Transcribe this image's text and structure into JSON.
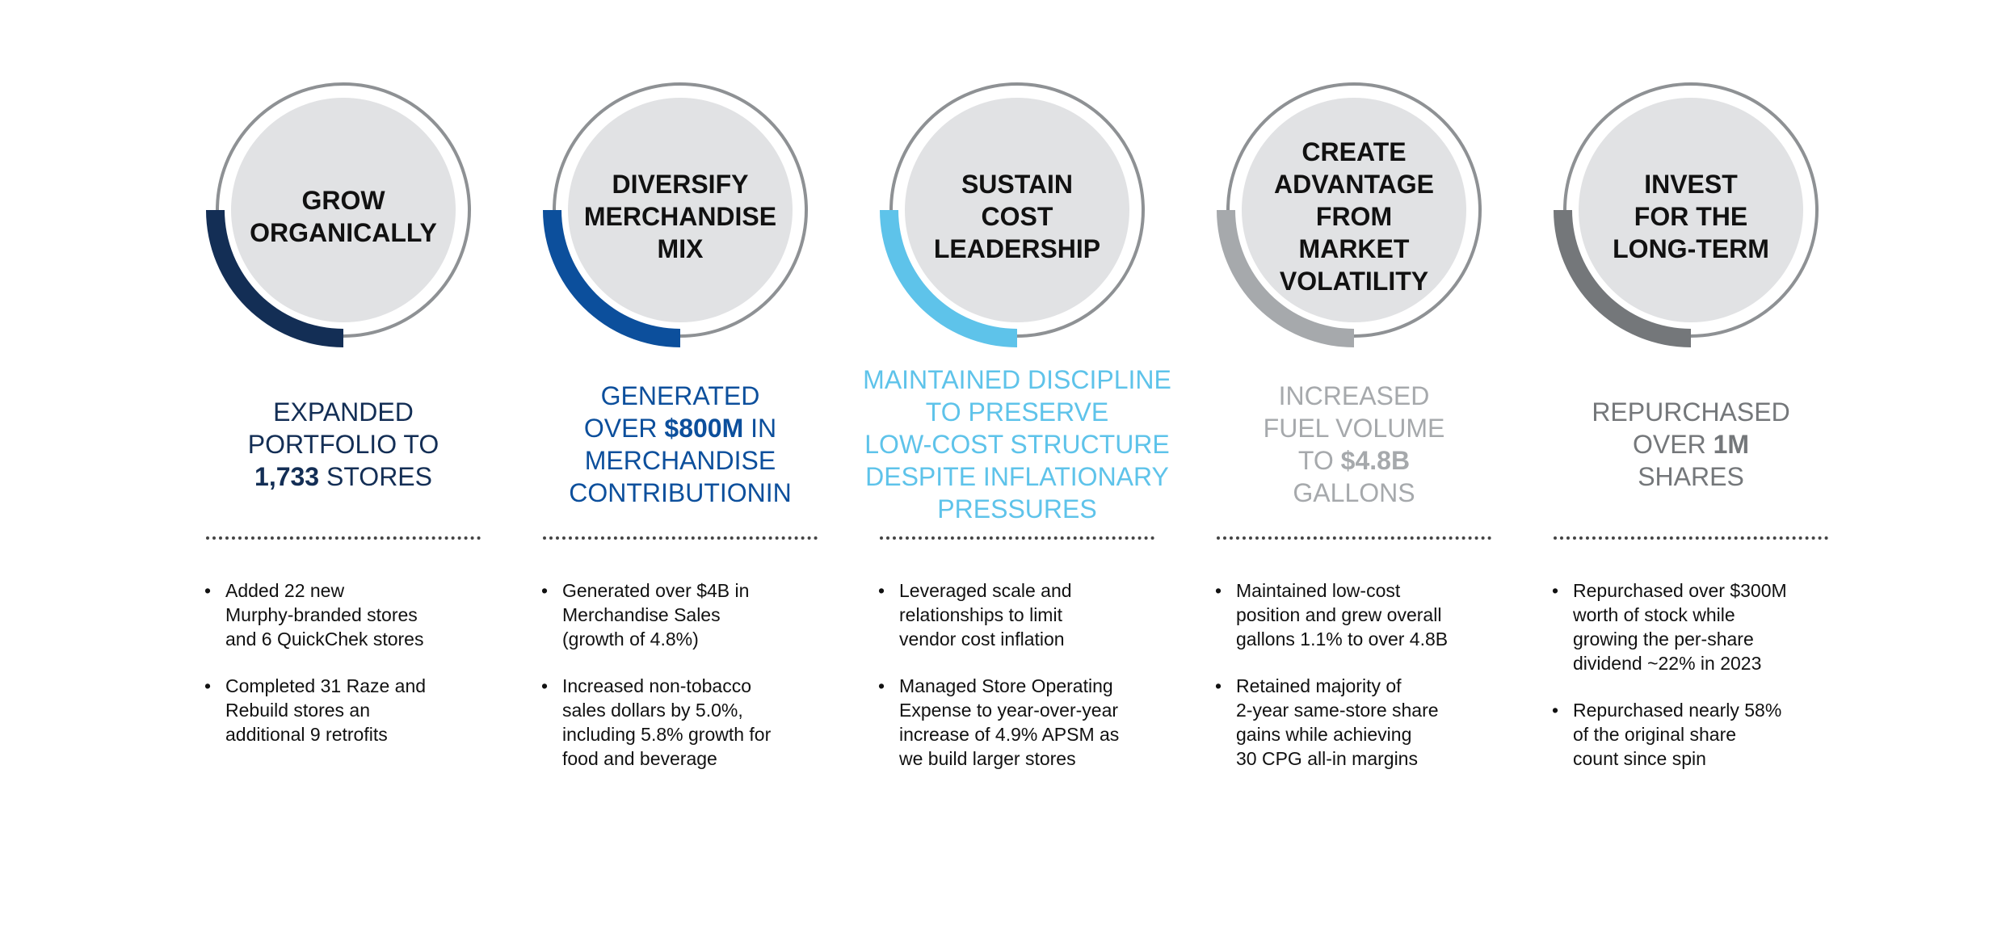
{
  "columns": [
    {
      "title": "GROW\nORGANICALLY",
      "accent": "#132e55",
      "headline": {
        "pre": "EXPANDED\nPORTFOLIO TO\n",
        "bold": "1,733",
        "post": " STORES"
      },
      "bullets": [
        "Added 22 new\nMurphy-branded stores\nand 6 QuickChek stores",
        "Completed 31 Raze and\nRebuild stores an\nadditional 9 retrofits"
      ]
    },
    {
      "title": "DIVERSIFY\nMERCHANDISE\nMIX",
      "accent": "#0c4f9c",
      "headline": {
        "pre": "GENERATED\nOVER ",
        "bold": "$800M",
        "post": " IN\nMERCHANDISE\nCONTRIBUTIONIN"
      },
      "bullets": [
        "Generated over $4B in\nMerchandise Sales\n(growth of 4.8%)",
        "Increased non-tobacco\nsales dollars by 5.0%,\nincluding 5.8% growth for\nfood and beverage"
      ]
    },
    {
      "title": "SUSTAIN\nCOST\nLEADERSHIP",
      "accent": "#5ec3ea",
      "headline": {
        "pre": "MAINTAINED DISCIPLINE\nTO PRESERVE\nLOW-COST STRUCTURE\nDESPITE INFLATIONARY\nPRESSURES",
        "bold": "",
        "post": ""
      },
      "bullets": [
        "Leveraged scale and\nrelationships to limit\nvendor cost inflation",
        "Managed Store Operating\nExpense to year-over-year\nincrease of 4.9% APSM as\nwe build larger stores"
      ]
    },
    {
      "title": "CREATE\nADVANTAGE\nFROM\nMARKET\nVOLATILITY",
      "accent": "#a6a9ac",
      "headline": {
        "pre": "INCREASED\nFUEL VOLUME\nTO ",
        "bold": "$4.8B",
        "post": "\nGALLONS"
      },
      "bullets": [
        "Maintained low-cost\nposition and grew overall\ngallons 1.1% to over 4.8B",
        "Retained majority of\n2-year same-store share\ngains while achieving\n30 CPG all-in margins"
      ]
    },
    {
      "title": "INVEST\nFOR THE\nLONG-TERM",
      "accent": "#74777a",
      "headline": {
        "pre": "REPURCHASED\nOVER ",
        "bold": "1M",
        "post": "\nSHARES"
      },
      "bullets": [
        "Repurchased over $300M\nworth of stock while\ngrowing the per-share\ndividend ~22% in 2023",
        "Repurchased nearly 58%\nof the original share\ncount since spin"
      ]
    }
  ],
  "colors": {
    "circle_fill": "#e1e2e4",
    "ring": "#8e9194",
    "title_text": "#111111",
    "bullet_text": "#111111"
  },
  "bullet_glyph": "•"
}
